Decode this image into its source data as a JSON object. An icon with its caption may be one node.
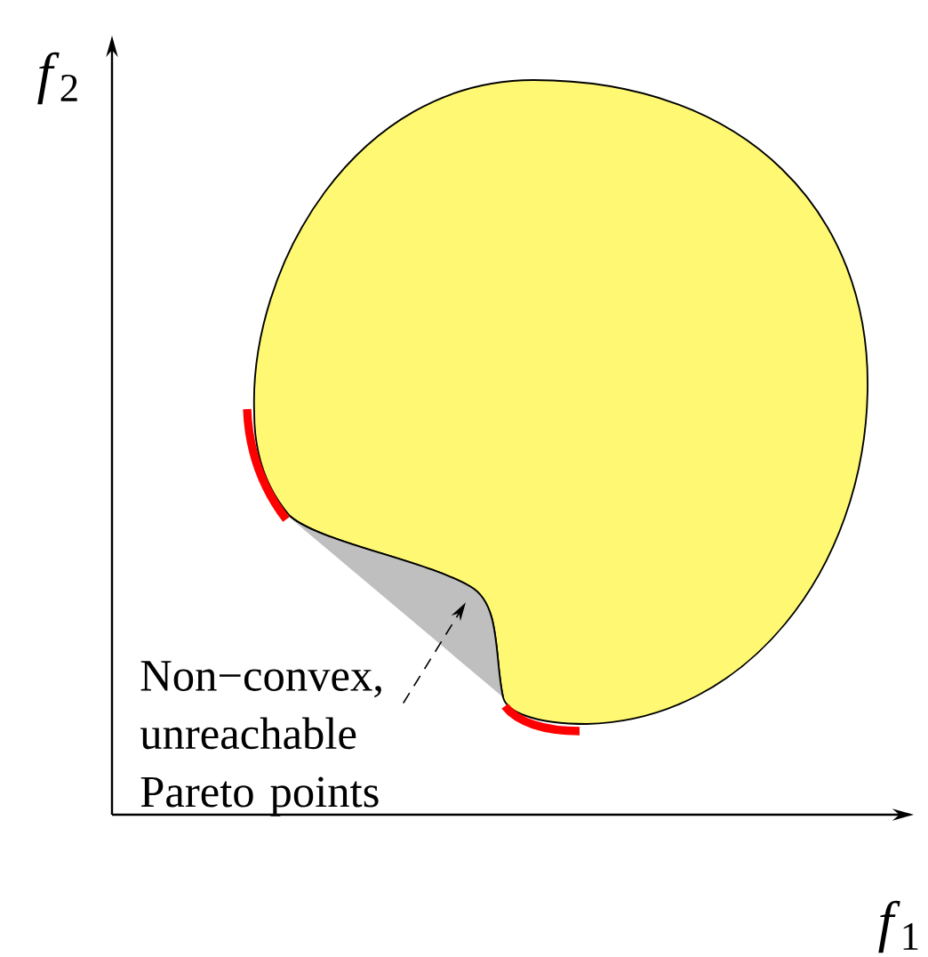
{
  "diagram": {
    "nodes": [
      {
        "text": [
          "Non−convex, unreachable Pareto points"
        ]
      },
      {
        "text": [],
        "shape": "region"
      }
    ],
    "edges": [
      {
        "from": 0,
        "to": 1,
        "arrow": "to",
        "style": "dashed"
      }
    ],
    "labels": [
      "*f*$_{2}$",
      "*f*$_{1}$"
    ]
  }
}
